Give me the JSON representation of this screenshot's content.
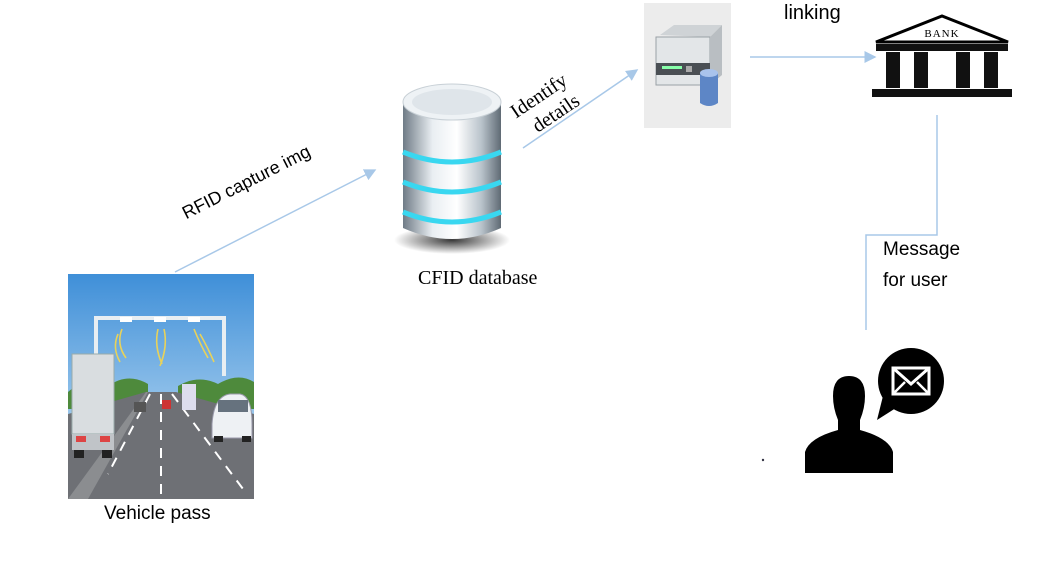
{
  "nodes": {
    "vehicle": {
      "label": "Vehicle pass"
    },
    "database": {
      "label": "CFID database"
    },
    "server": {
      "label": ""
    },
    "bank": {
      "label": "BANK"
    },
    "user": {
      "label": ""
    }
  },
  "edges": {
    "rfid": {
      "label": "RFID capture img"
    },
    "identify": {
      "line1": "Identify",
      "line2": "details"
    },
    "linking": {
      "label": "linking"
    },
    "message": {
      "line1": "Message",
      "line2": "for user"
    }
  },
  "colors": {
    "connector": "#a8c8e8",
    "cylinder_glow": "#39d7f0",
    "ink": "#000000"
  }
}
